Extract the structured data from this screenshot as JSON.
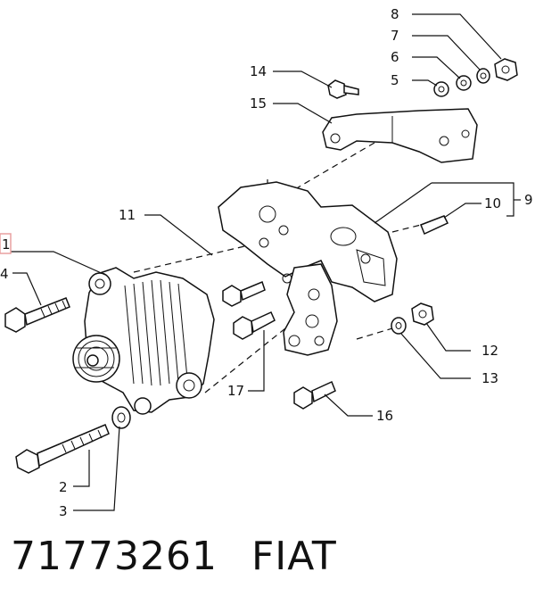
{
  "callouts": [
    {
      "id": "1",
      "label": "1",
      "highlight_color": "#e8a0a0"
    },
    {
      "id": "2",
      "label": "2"
    },
    {
      "id": "3",
      "label": "3"
    },
    {
      "id": "4",
      "label": "4"
    },
    {
      "id": "5",
      "label": "5"
    },
    {
      "id": "6",
      "label": "6"
    },
    {
      "id": "7",
      "label": "7"
    },
    {
      "id": "8",
      "label": "8"
    },
    {
      "id": "9",
      "label": "9"
    },
    {
      "id": "10",
      "label": "10"
    },
    {
      "id": "11",
      "label": "11"
    },
    {
      "id": "12",
      "label": "12"
    },
    {
      "id": "13",
      "label": "13"
    },
    {
      "id": "14",
      "label": "14"
    },
    {
      "id": "15",
      "label": "15"
    },
    {
      "id": "16",
      "label": "16"
    },
    {
      "id": "17",
      "label": "17"
    }
  ],
  "footer": {
    "part_number": "71773261",
    "brand": "FIAT"
  }
}
